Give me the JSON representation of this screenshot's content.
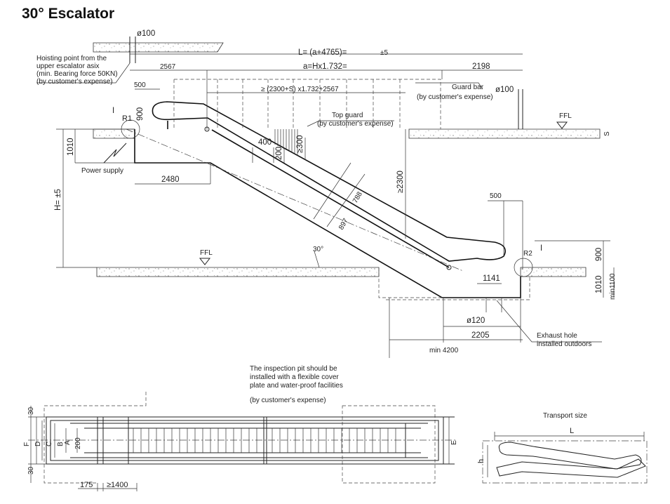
{
  "title": "30° Escalator",
  "notes": {
    "hoisting": [
      "Hoisting point from the",
      "upper escalator asix",
      "(min. Bearing force 50KN)",
      "(by customer's expense)"
    ],
    "guard_bar": [
      "Guard bar",
      "(by customer's expense)"
    ],
    "top_guard": [
      "Top guard",
      "(by customer's expense)"
    ],
    "power_supply": "Power supply",
    "exhaust": [
      "Exhaust hole",
      "installed outdoors"
    ],
    "inspection": [
      "The inspection pit should be",
      "installed with a flexible cover",
      "plate and water-proof facilities",
      "(by customer's expense)"
    ],
    "transport_size": "Transport size"
  },
  "dimensions": {
    "phi100_top": "ø100",
    "L_formula": "L= (a+4765)=",
    "L_tol": "±5",
    "a_formula": "a=Hx1.732=",
    "d2567": "2567",
    "d2198": "2198",
    "d500_top": "500",
    "phi100_right": "ø100",
    "span_formula": "≥  (2300+S)  x1.732+2567",
    "d900_left": "900",
    "R1": "R1",
    "I_left": "I",
    "d1010_left": "1010",
    "H_label": "H=  ±5",
    "d2480": "2480",
    "d400": "400",
    "d200": "200",
    "ge300": "≥300",
    "ge2300": "≥2300",
    "d788": "788",
    "d897": "897",
    "angle": "30°",
    "FFL_top": "FFL",
    "FFL_bottom": "FFL",
    "S": "S",
    "d500_right": "500",
    "R2": "R2",
    "I_right": "I",
    "d900_right": "900",
    "d1010_right": "1010",
    "min1100": "min1100",
    "d1141": "1141",
    "phi120": "ø120",
    "d2205": "2205",
    "min4200": "min 4200",
    "plan_30_top": "30",
    "plan_30_bottom": "30",
    "plan_F": "F",
    "plan_D": "D",
    "plan_C": "C",
    "plan_B": "B",
    "plan_A": "A",
    "plan_200": "200",
    "plan_E": "E",
    "plan_175": "175",
    "plan_ge1400": "≥1400",
    "transport_L": "L",
    "transport_h": "h"
  }
}
